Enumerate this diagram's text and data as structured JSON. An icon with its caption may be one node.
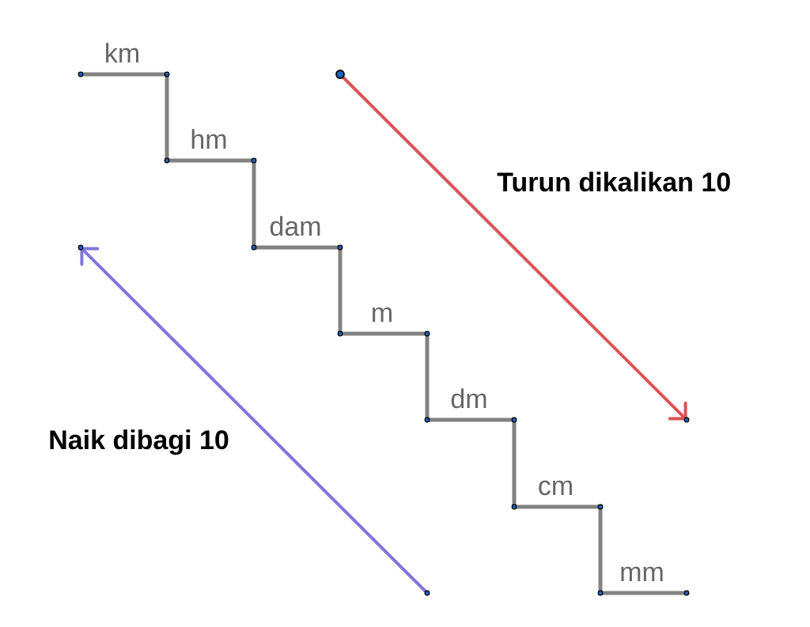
{
  "diagram": {
    "labels": [
      "km",
      "hm",
      "Turun dikalikan 10",
      "dam",
      "m",
      "dm",
      "Naik dibagi 10",
      "cm",
      "mm"
    ]
  }
}
